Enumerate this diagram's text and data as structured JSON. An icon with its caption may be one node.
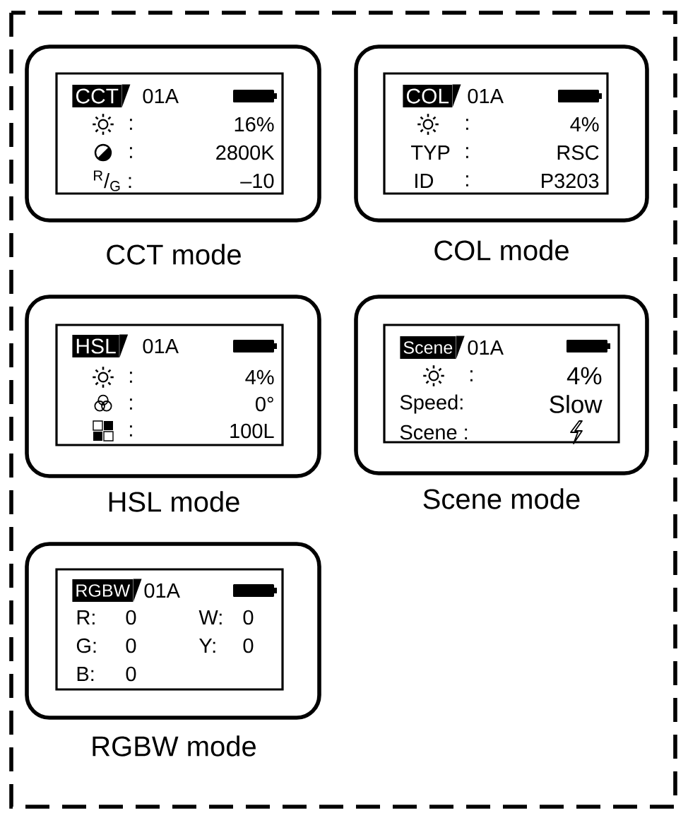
{
  "diagram": {
    "nodes": [
      {
        "text": [
          "CCT mode"
        ]
      },
      {
        "text": [
          "CCT",
          "01A",
          ":",
          "16%",
          ":",
          "2800K",
          "$^{R}$/$_{G}$ :",
          "–10"
        ],
        "in": 0
      },
      {
        "text": [
          "COL mode"
        ]
      },
      {
        "text": [
          "COL",
          "01A",
          ":",
          "4%",
          "TYP",
          ":",
          "RSC",
          "ID",
          ":",
          "P3203"
        ],
        "in": 2
      },
      {
        "text": [
          "HSL mode"
        ]
      },
      {
        "text": [
          "HSL",
          "01A",
          ":",
          "4%",
          ":",
          "0°",
          ":",
          "100L"
        ],
        "in": 4
      },
      {
        "text": [
          "Scene mode"
        ]
      },
      {
        "text": [
          "Scene",
          "01A",
          ":",
          "4%",
          "Speed:",
          "Slow",
          "Scene :"
        ],
        "in": 6
      },
      {
        "text": [
          "RGBW mode"
        ]
      },
      {
        "text": [
          "RGBW",
          "01A",
          "R:",
          "0",
          "W:",
          "0",
          "G:",
          "0",
          "Y:",
          "0",
          "B:",
          "0"
        ],
        "in": 8
      }
    ]
  }
}
